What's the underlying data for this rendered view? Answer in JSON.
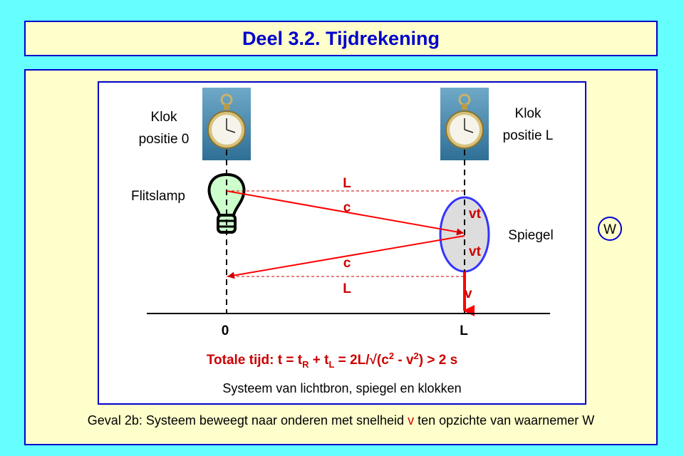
{
  "title": "Deel 3.2. Tijdrekening",
  "clock_left": {
    "line1": "Klok",
    "line2": "positie 0"
  },
  "clock_right": {
    "line1": "Klok",
    "line2": "positie L"
  },
  "lamp_label": "Flitslamp",
  "mirror_label": "Spiegel",
  "path_labels": {
    "top_L": "L",
    "top_c": "c",
    "bottom_c": "c",
    "bottom_L": "L",
    "vt1": "vt",
    "vt2": "vt",
    "v": "v"
  },
  "axis_ticks": {
    "zero": "0",
    "L": "L"
  },
  "formula": {
    "p1": "Totale tijd: t = t",
    "sub1": "R",
    "p2": " + t",
    "sub2": "L",
    "p3": " = 2L/√(c",
    "sup1": "2",
    "p4": " - v",
    "sup2": "2",
    "p5": ") > 2 s"
  },
  "system_label": "Systeem van lichtbron, spiegel en klokken",
  "observer_label": "W",
  "caption": {
    "part1": "Geval 2b: Systeem beweegt naar onderen met snelheid ",
    "v": "v",
    "part2": " ten opzichte van waarnemer W"
  },
  "colors": {
    "background": "#66FFFF",
    "panel": "#FFFFCC",
    "frame": "#0000CC",
    "accent_red": "#CC0000",
    "bulb": "#CCFFCC",
    "mirror": "#DDDDDD"
  },
  "icons": [
    "pocket-watch-icon",
    "light-bulb-icon",
    "mirror-ellipse",
    "observer-circle-icon"
  ]
}
